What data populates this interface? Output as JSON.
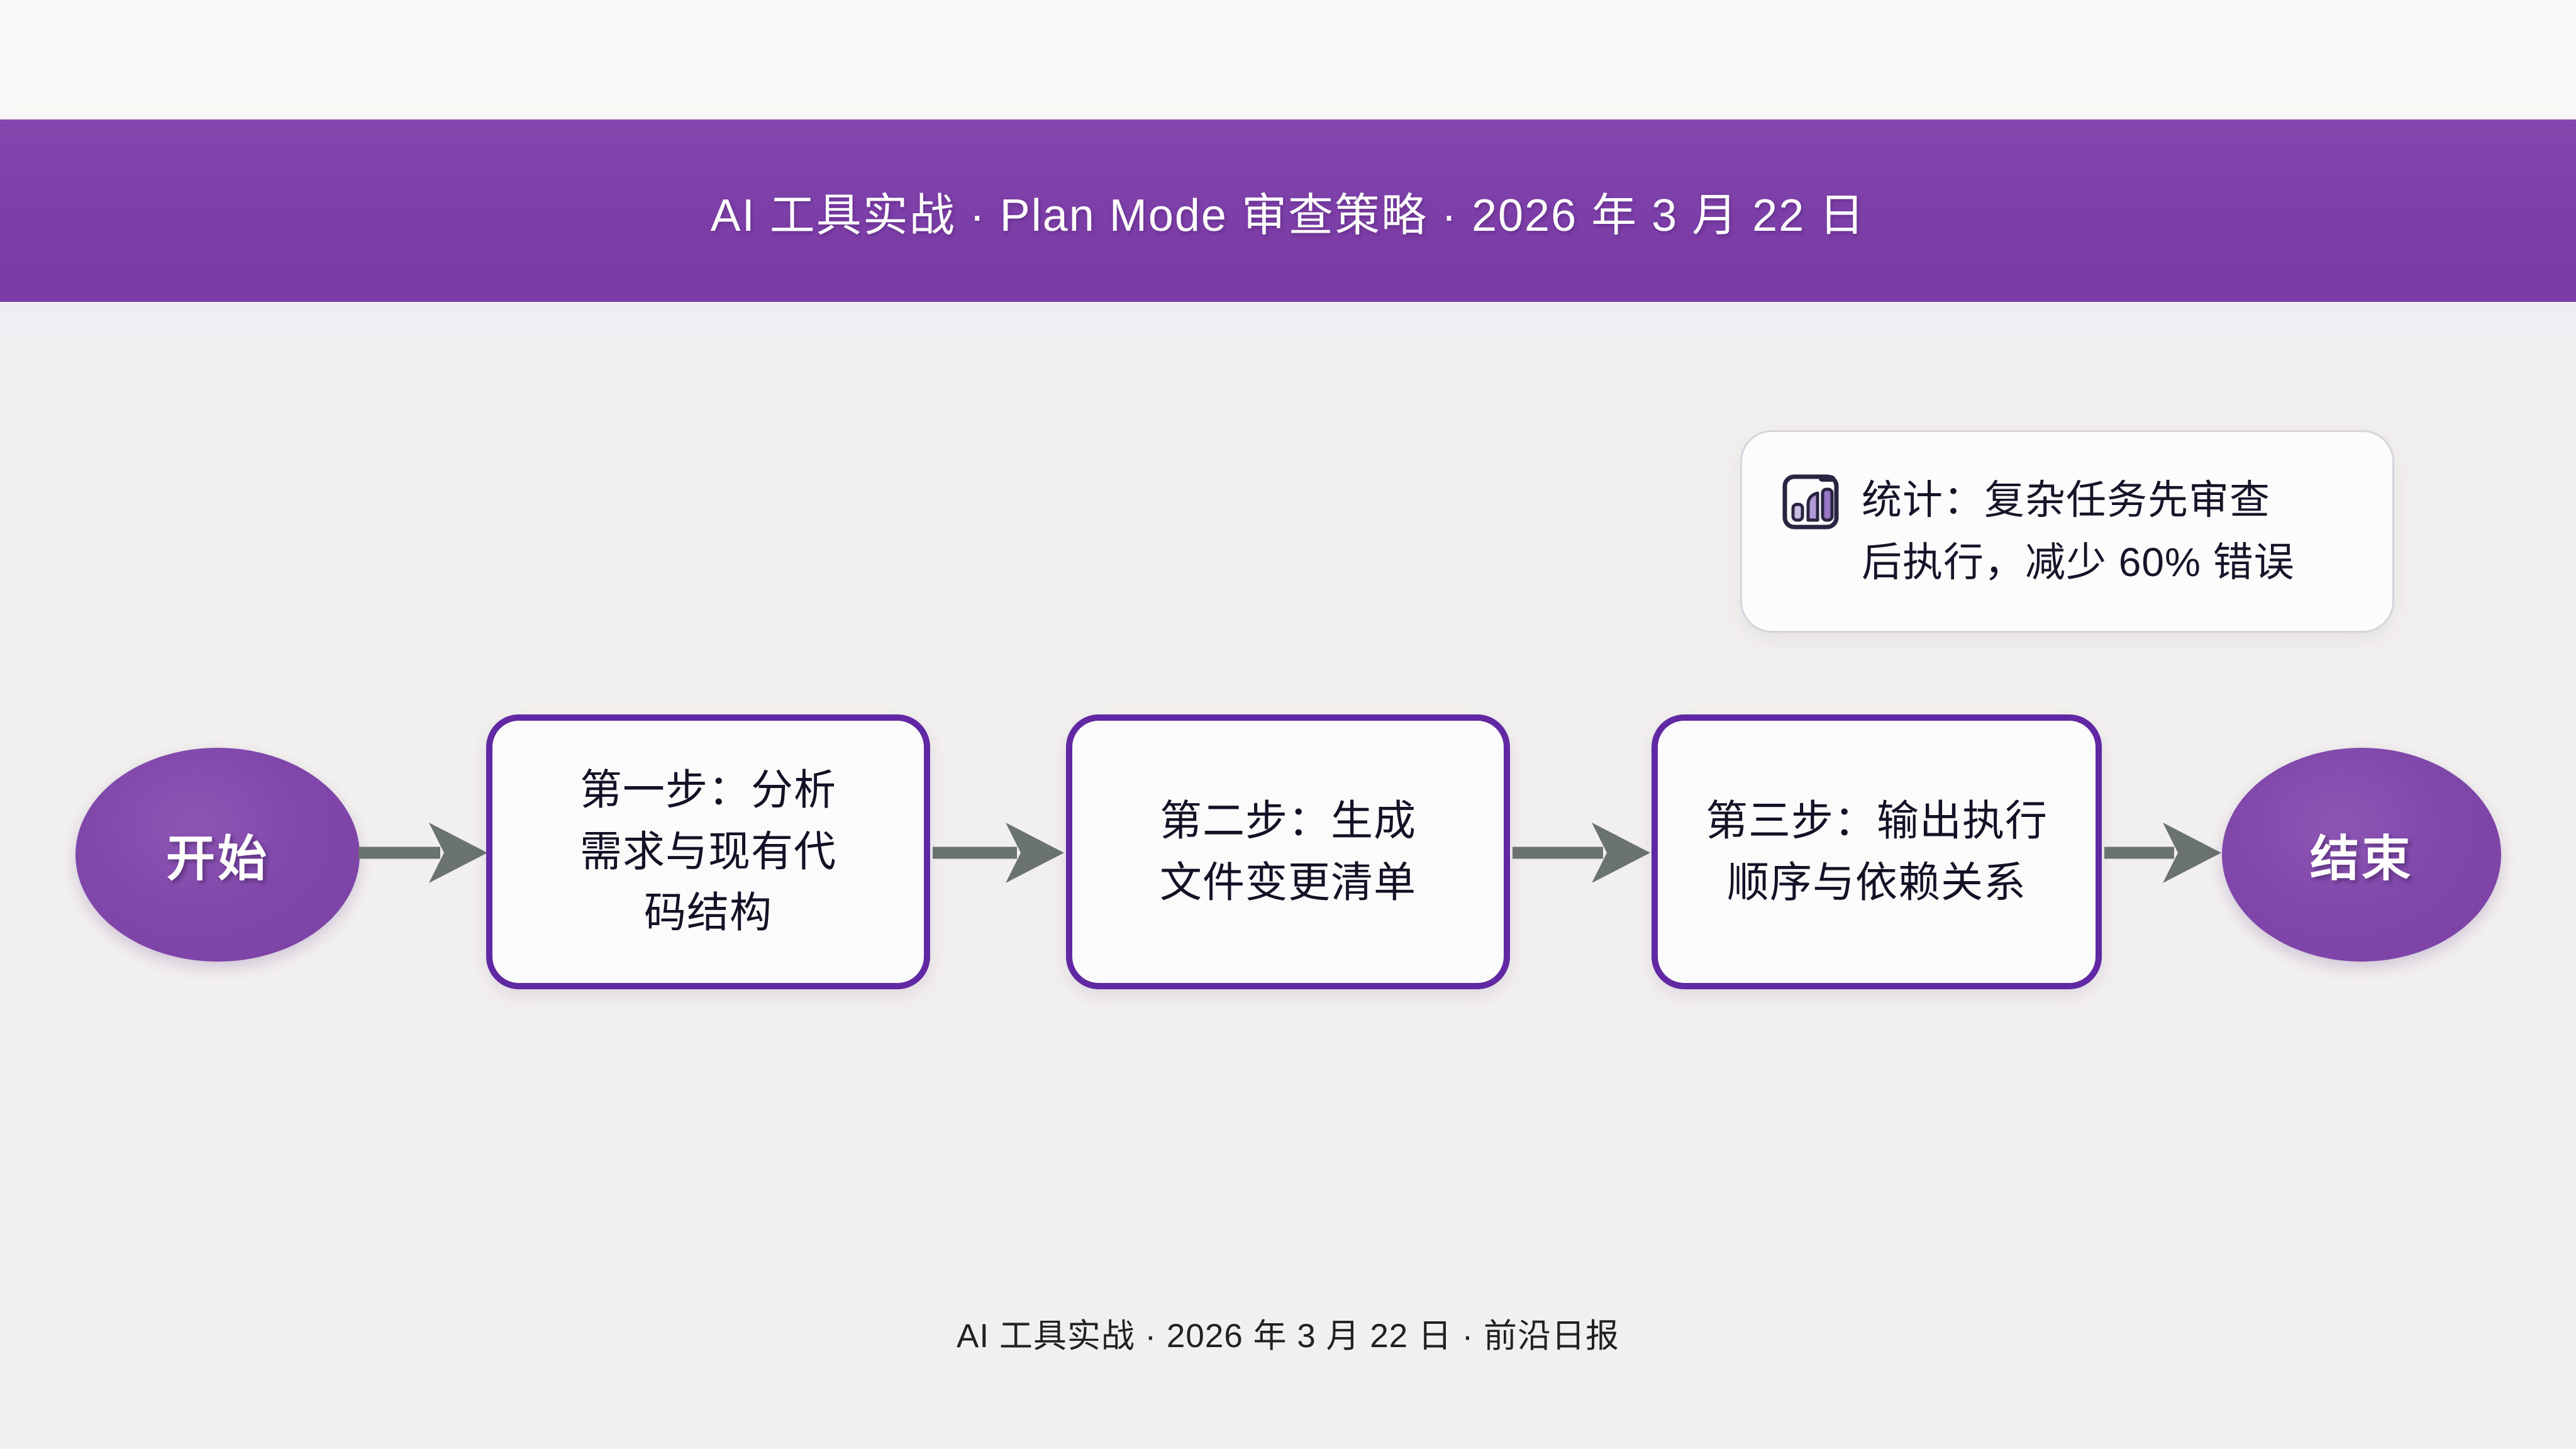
{
  "banner": {
    "title": "AI 工具实战 · Plan Mode 审查策略 · 2026 年 3 月 22 日"
  },
  "stats": {
    "icon": "bar-chart-icon",
    "lines": [
      "统计：复杂任务先审查",
      "后执行，减少 60% 错误"
    ]
  },
  "flow": {
    "start_label": "开始",
    "end_label": "结束",
    "steps": [
      {
        "lines": [
          "第一步：分析",
          "需求与现有代",
          "码结构"
        ]
      },
      {
        "lines": [
          "第二步：生成",
          "文件变更清单"
        ]
      },
      {
        "lines": [
          "第三步：输出执行",
          "顺序与依赖关系"
        ]
      }
    ]
  },
  "footer": {
    "caption": "AI 工具实战 · 2026 年 3 月 22 日 · 前沿日报"
  },
  "colors": {
    "banner_purple": "#7C3EA7",
    "node_fill_purple": "#8148AB",
    "box_border_purple": "#6128A4",
    "arrow_gray": "#6A7370",
    "text_dark": "#151026",
    "background": "#F2F0EE",
    "card_background": "#FDFCFC",
    "card_border": "#D7D4DE"
  }
}
